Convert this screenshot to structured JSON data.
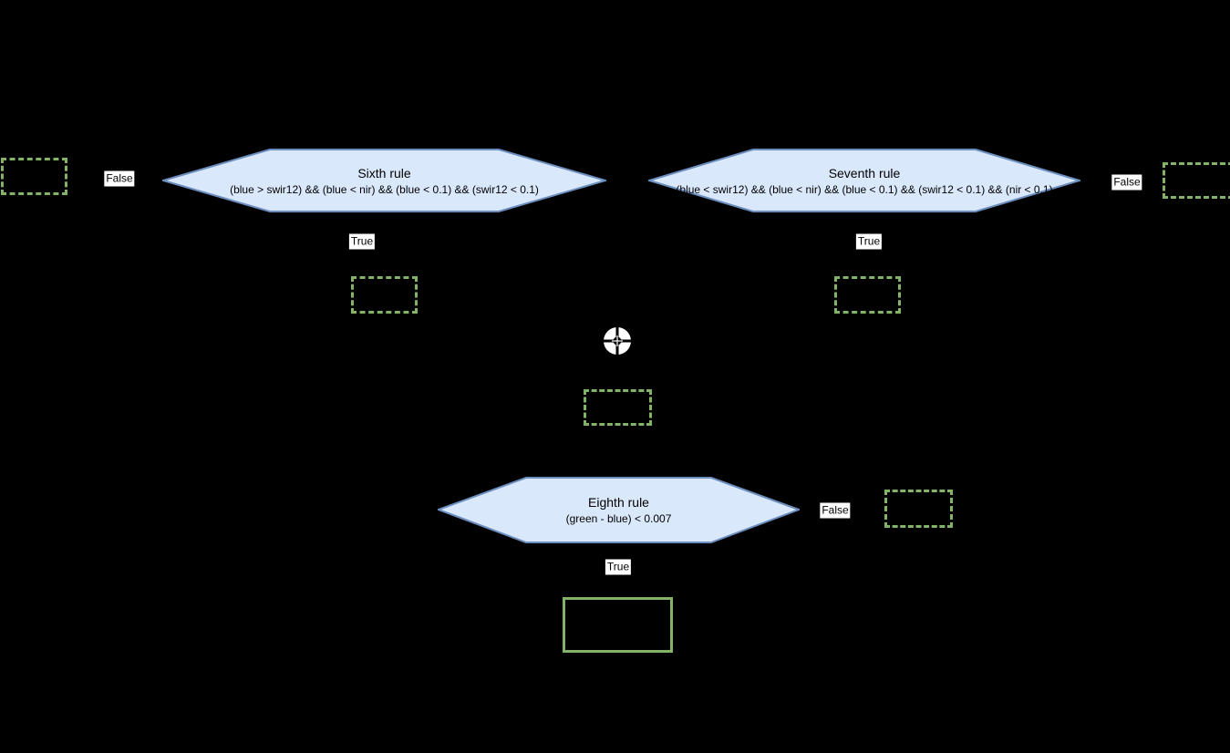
{
  "diagram": {
    "type": "decision-flowchart",
    "nodes": {
      "sixth_rule": {
        "title": "Sixth rule",
        "condition": "(blue > swir12) && (blue < nir) && (blue < 0.1) && (swir12 < 0.1)",
        "true_label": "True",
        "false_label": "False"
      },
      "seventh_rule": {
        "title": "Seventh rule",
        "condition": "(blue < swir12) && (blue < nir) && (blue < 0.1) && (swir12 < 0.1) && (nir < 0.1)",
        "true_label": "True",
        "false_label": "False"
      },
      "eighth_rule": {
        "title": "Eighth rule",
        "condition": "(green - blue) < 0.007",
        "true_label": "True",
        "false_label": "False"
      }
    },
    "icons": {
      "junction": "crosshair-icon"
    },
    "colors": {
      "background": "#000000",
      "decision_fill": "#dae8fc",
      "decision_stroke": "#6c8ebf",
      "placeholder_stroke": "#82b366",
      "edge_label_background": "#ffffff",
      "edge_label_text": "#000000"
    }
  }
}
